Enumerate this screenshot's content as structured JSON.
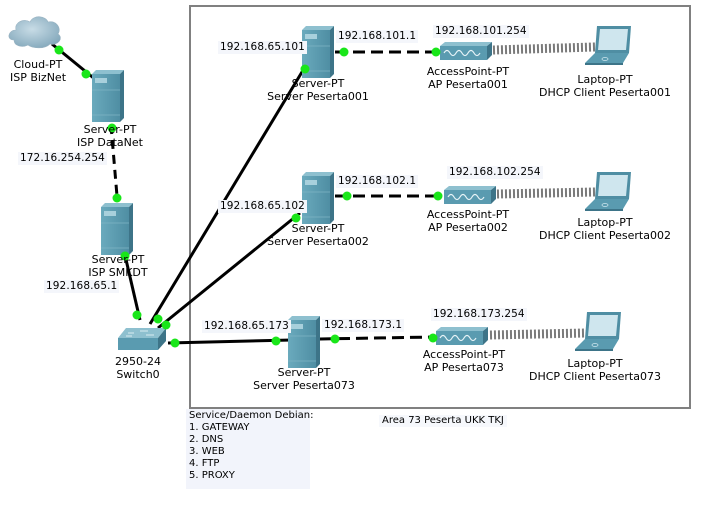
{
  "area_box": {
    "label": "Area 73 Peserta UKK TKJ"
  },
  "service_note": {
    "title": "Service/Daemon Debian:",
    "items": [
      "1. GATEWAY",
      "2. DNS",
      "3. WEB",
      "4. FTP",
      "5. PROXY"
    ]
  },
  "devices": {
    "cloud": {
      "type": "Cloud-PT",
      "name": "ISP BizNet"
    },
    "isp_datanet": {
      "type": "Server-PT",
      "name": "ISP DataNet",
      "ip": "172.16.254.254"
    },
    "isp_smkdt": {
      "type": "Server-PT",
      "name": "ISP SMKDT",
      "ip": "192.168.65.1"
    },
    "switch": {
      "type": "2950-24",
      "name": "Switch0"
    },
    "server001": {
      "type": "Server-PT",
      "name": "Server Peserta001",
      "ip_lan": "192.168.65.101",
      "ip_wlan": "192.168.101.1"
    },
    "ap001": {
      "type": "AccessPoint-PT",
      "name": "AP Peserta001",
      "ip": "192.168.101.254"
    },
    "laptop001": {
      "type": "Laptop-PT",
      "name": "DHCP Client Peserta001"
    },
    "server002": {
      "type": "Server-PT",
      "name": "Server Peserta002",
      "ip_lan": "192.168.65.102",
      "ip_wlan": "192.168.102.1"
    },
    "ap002": {
      "type": "AccessPoint-PT",
      "name": "AP Peserta002",
      "ip": "192.168.102.254"
    },
    "laptop002": {
      "type": "Laptop-PT",
      "name": "DHCP Client Peserta002"
    },
    "server073": {
      "type": "Server-PT",
      "name": "Server Peserta073",
      "ip_lan": "192.168.65.173",
      "ip_wlan": "192.168.173.1"
    },
    "ap073": {
      "type": "AccessPoint-PT",
      "name": "AP Peserta073",
      "ip": "192.168.173.254"
    },
    "laptop073": {
      "type": "Laptop-PT",
      "name": "DHCP Client Peserta073"
    }
  },
  "colors": {
    "link": "#000000",
    "port_up": "#19e619",
    "device_face": "#5a9bb0",
    "device_side": "#3d7488",
    "box_border": "#808080"
  }
}
